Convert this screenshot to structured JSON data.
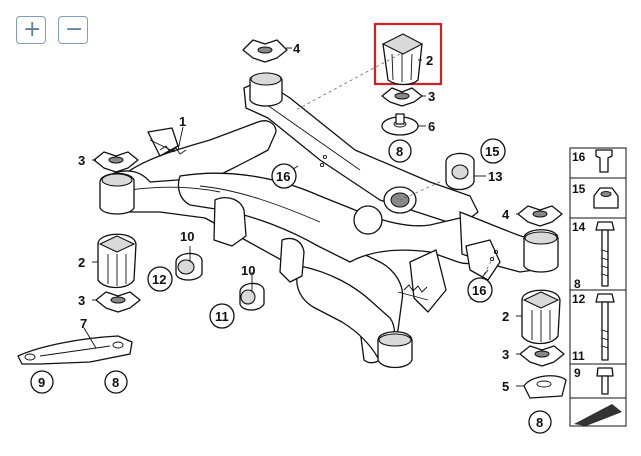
{
  "toolbar": {
    "zoom_in_label": "+",
    "zoom_out_label": "−"
  },
  "callouts": {
    "c1": "1",
    "c2_top": "2",
    "c2_left": "2",
    "c2_right": "2",
    "c3_top": "3",
    "c3_left_top": "3",
    "c3_left_bottom": "3",
    "c3_right": "3",
    "c4_top": "4",
    "c4_right": "4",
    "c5": "5",
    "c6": "6",
    "c7": "7",
    "c8_top": "8",
    "c8_bottom_left": "8",
    "c8_bottom_right": "8",
    "c9": "9",
    "c10_a": "10",
    "c10_b": "10",
    "c11": "11",
    "c12": "12",
    "c13": "13",
    "c15": "15",
    "c16_left": "16",
    "c16_right": "16"
  },
  "side_panel": {
    "p16": "16",
    "p15": "15",
    "p14": "14",
    "p8": "8",
    "p12": "12",
    "p11": "11",
    "p9": "9"
  },
  "colors": {
    "highlight": "#d21f26",
    "zoom_border": "#7f9cc1"
  }
}
